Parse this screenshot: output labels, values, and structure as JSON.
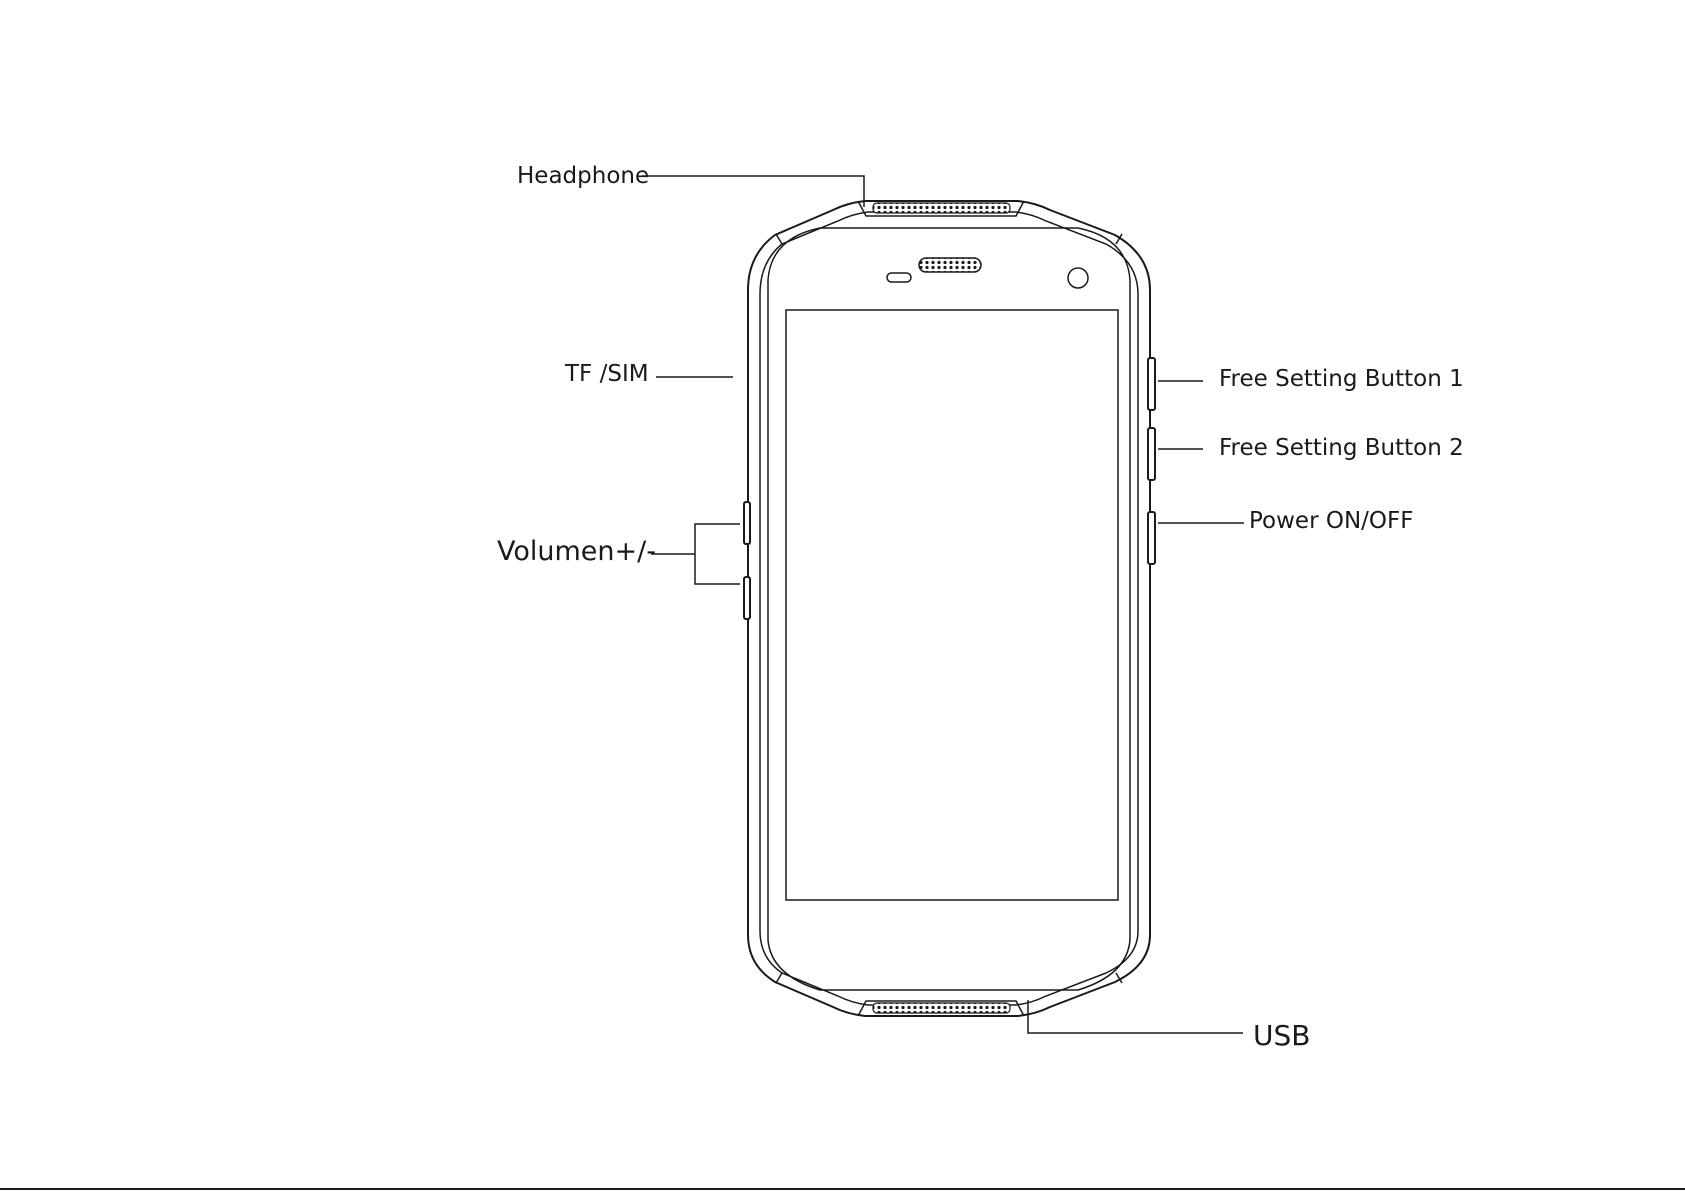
{
  "labels": {
    "headphone": "Headphone",
    "tf_sim": "TF /SIM",
    "volume": "Volumen+/-",
    "free_button_1": "Free Setting Button 1",
    "free_button_2": "Free Setting Button 2",
    "power": "Power ON/OFF",
    "usb": "USB"
  },
  "colors": {
    "ink": "#1a1a1a",
    "background": "#ffffff"
  }
}
